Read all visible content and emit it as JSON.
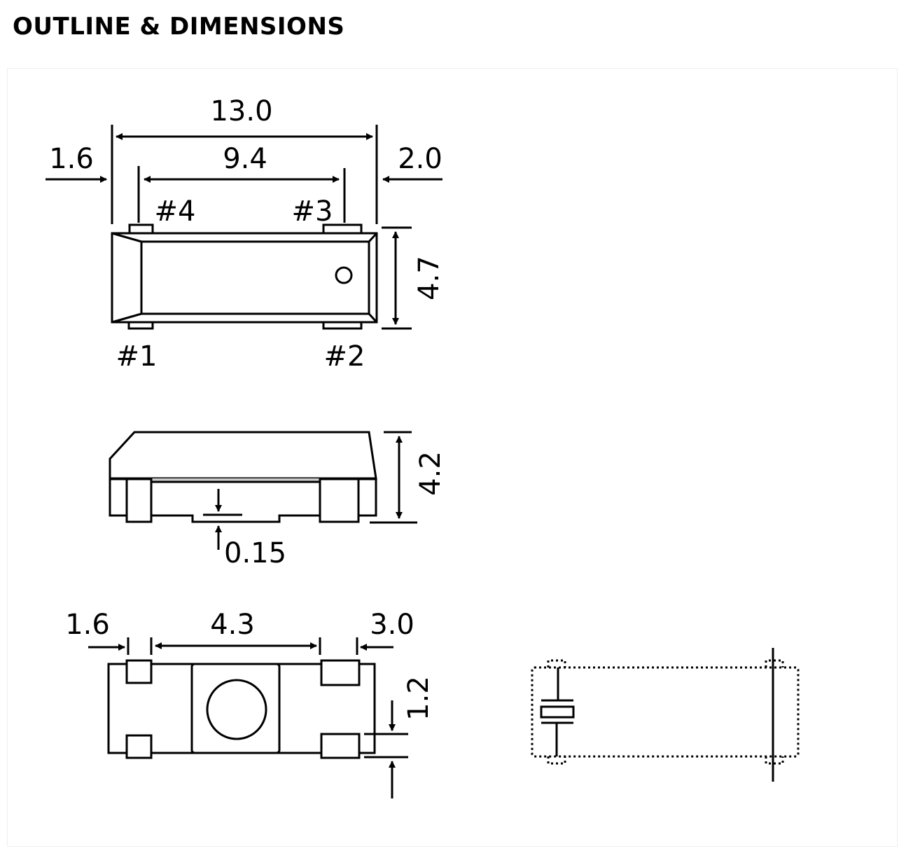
{
  "title": "OUTLINE & DIMENSIONS",
  "top_view": {
    "overall_length": "13.0",
    "pad_pitch": "9.4",
    "left_offset": "1.6",
    "right_offset": "2.0",
    "width": "4.7",
    "pins": [
      "#1",
      "#2",
      "#3",
      "#4"
    ]
  },
  "side_view": {
    "height": "4.2",
    "standoff": "0.15"
  },
  "bottom_view": {
    "left_pad": "1.6",
    "pad_gap": "4.3",
    "right_pad": "3.0",
    "pad_height": "1.2"
  }
}
